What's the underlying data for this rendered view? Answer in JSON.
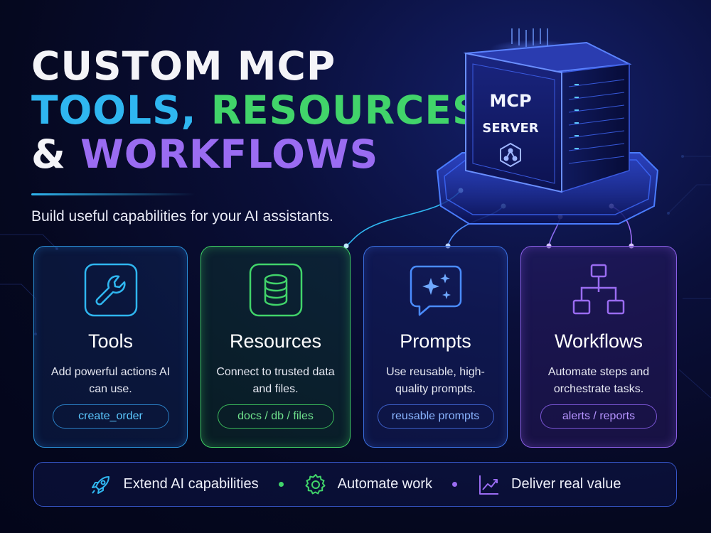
{
  "headline": {
    "line1": "CUSTOM MCP",
    "line2_part1": "TOOLS,",
    "line2_part2": "RESOURCES",
    "line3_part1": "&",
    "line3_part2": "WORKFLOWS"
  },
  "subtitle": "Build useful capabilities for your AI assistants.",
  "server": {
    "label_line1": "MCP",
    "label_line2": "SERVER",
    "icon": "hexagon-network-icon"
  },
  "cards": [
    {
      "title": "Tools",
      "desc": "Add powerful actions AI can use.",
      "pill": "create_order",
      "icon": "wrench-icon",
      "color": "#2fb6f0"
    },
    {
      "title": "Resources",
      "desc": "Connect to trusted data and files.",
      "pill": "docs / db / files",
      "icon": "database-icon",
      "color": "#41d46a"
    },
    {
      "title": "Prompts",
      "desc": "Use reusable, high-quality prompts.",
      "pill": "reusable prompts",
      "icon": "sparkle-chat-icon",
      "color": "#4a8cff"
    },
    {
      "title": "Workflows",
      "desc": "Automate steps and orchestrate tasks.",
      "pill": "alerts / reports",
      "icon": "flowchart-icon",
      "color": "#9a6cf2"
    }
  ],
  "bottom_bar": {
    "items": [
      {
        "label": "Extend AI capabilities",
        "icon": "rocket-icon",
        "color": "#2fb6f0"
      },
      {
        "label": "Automate work",
        "icon": "gear-icon",
        "color": "#41d46a"
      },
      {
        "label": "Deliver real value",
        "icon": "trend-chart-icon",
        "color": "#9a6cf2"
      }
    ],
    "dot_colors": [
      "#41d46a",
      "#9a6cf2"
    ]
  }
}
